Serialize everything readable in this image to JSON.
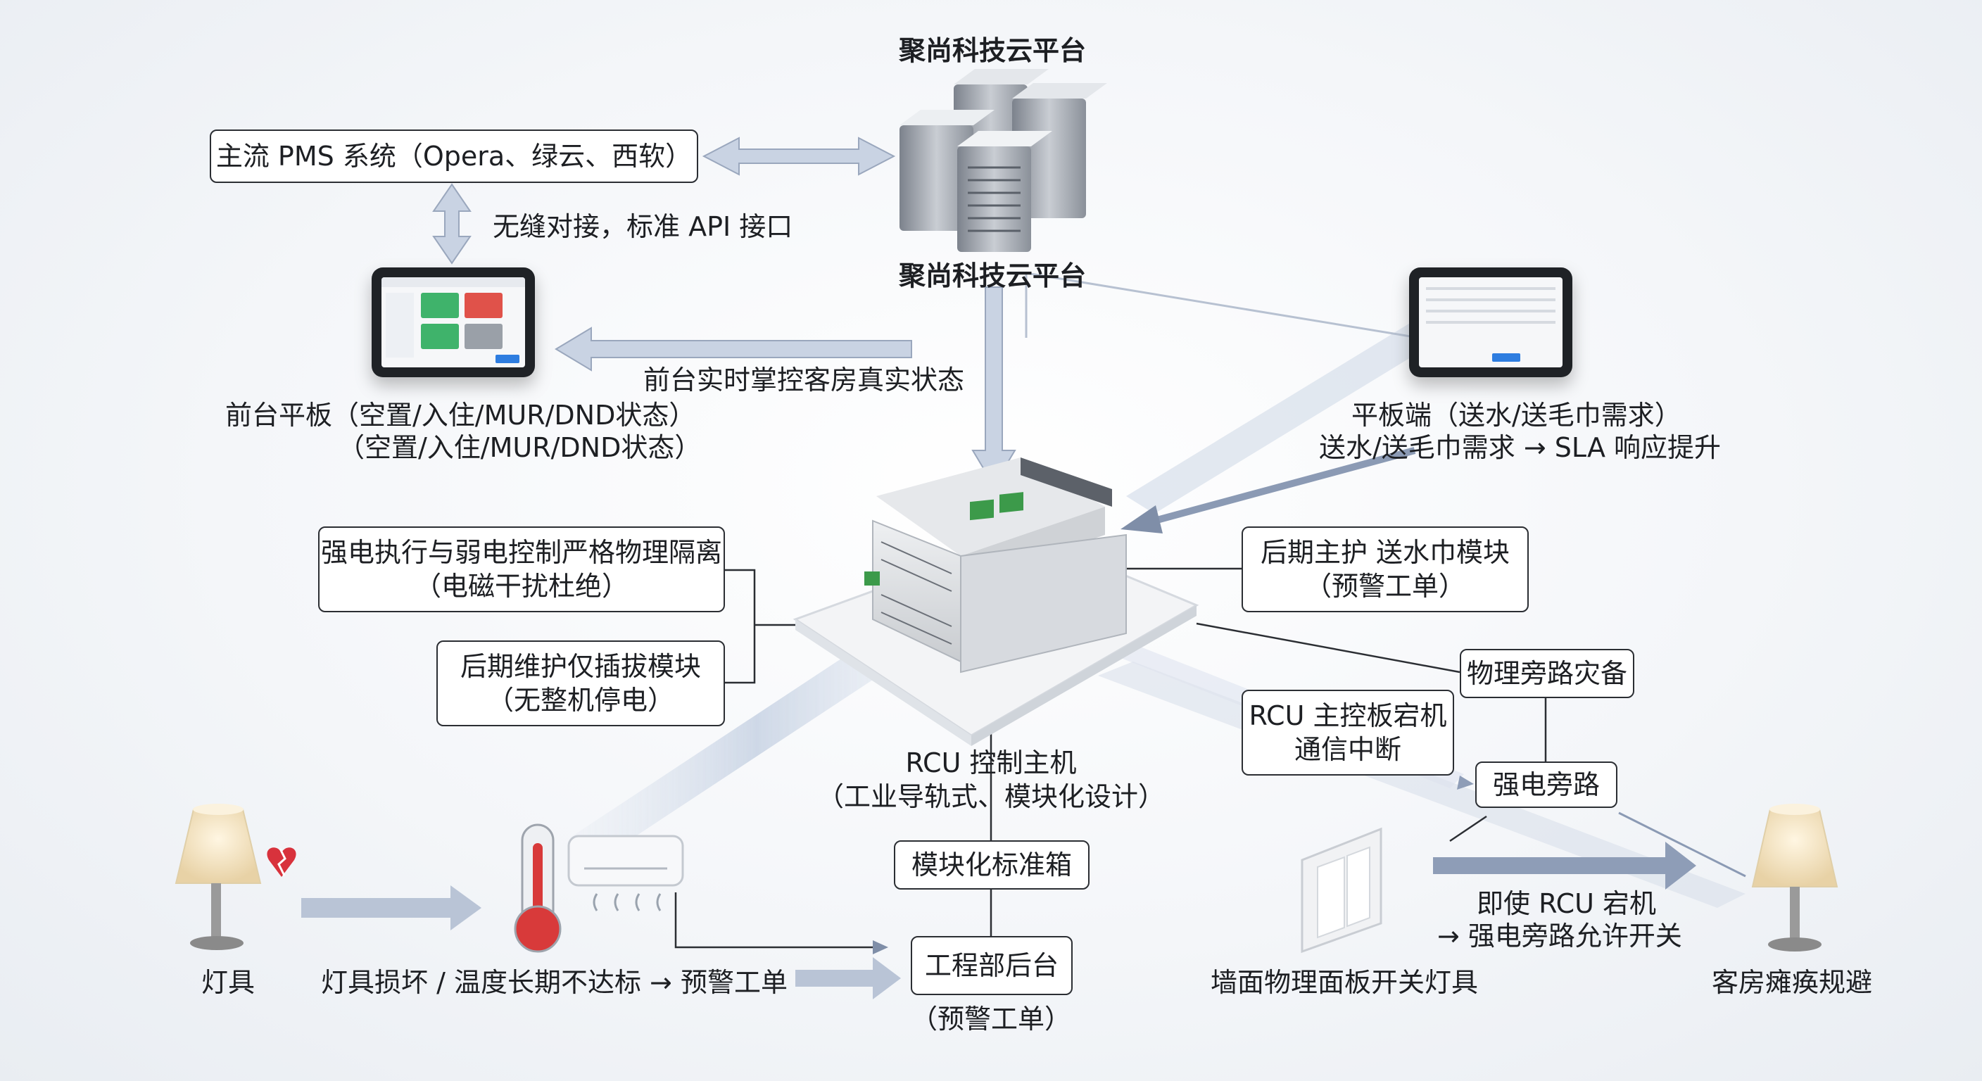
{
  "cloud": {
    "title_top": "聚尚科技云平台",
    "title_bottom": "聚尚科技云平台"
  },
  "pms": {
    "label": "主流 PMS 系统（Opera、绿云、西软）",
    "api_label": "无缝对接，标准 API 接口"
  },
  "front_desk": {
    "status_label": "前台实时掌控客房真实状态",
    "line1": "前台平板（空置/入住/MUR/DND状态）",
    "line2": "（空置/入住/MUR/DND状态）"
  },
  "service_tablet": {
    "line1": "平板端（送水/送毛巾需求）",
    "line2": "送水/送毛巾需求 → SLA 响应提升"
  },
  "isolation": {
    "line1": "强电执行与弱电控制严格物理隔离",
    "line2": "（电磁干扰杜绝）"
  },
  "maintenance": {
    "line1": "后期维护仅插拔模块",
    "line2": "（无整机停电）"
  },
  "upkeep": {
    "line1": "后期主护 送水巾模块",
    "line2": "（预警工单）"
  },
  "bypass": {
    "title": "物理旁路灾备",
    "rcu_down_line1": "RCU 主控板宕机",
    "rcu_down_line2": "通信中断",
    "strong_bypass": "强电旁路",
    "allow_line1": "即使 RCU 宕机",
    "allow_line2": "→ 强电旁路允许开关"
  },
  "rcu": {
    "line1": "RCU 控制主机",
    "line2": "（工业导轨式、模块化设计）",
    "modular_box": "模块化标准箱"
  },
  "engineering": {
    "box": "工程部后台",
    "sub": "（预警工单）"
  },
  "bottom": {
    "lamp": "灯具",
    "warning": "灯具损坏 / 温度长期不达标 → 预警工单",
    "wall_switch": "墙面物理面板开关灯具",
    "avoid": "客房瘫痪规避"
  },
  "colors": {
    "arrow_fill": "#c9d3e3",
    "arrow_dark": "#7f8ea8",
    "line": "#2b2e33",
    "lamp_shade": "#f3e3c2",
    "thermo_red": "#d83a3a",
    "green_tile": "#3fb36b",
    "red_tile": "#e0524a",
    "blue_button": "#2e7de0"
  }
}
